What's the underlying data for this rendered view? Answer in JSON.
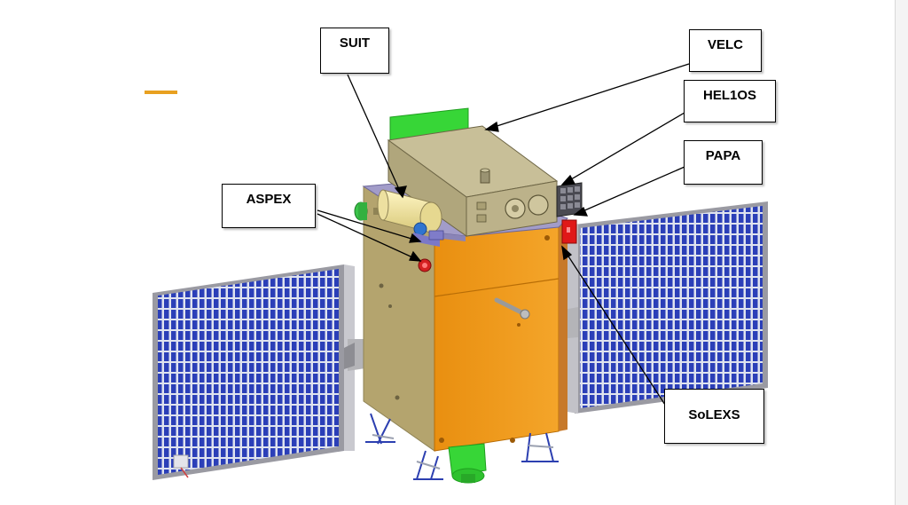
{
  "labels": {
    "suit": "SUIT",
    "velc": "VELC",
    "helios": "HEL1OS",
    "papa": "PAPA",
    "aspex": "ASPEX",
    "solexs": "SoLEXS"
  },
  "colors": {
    "solar_panel_cell": "#2b3fb8",
    "solar_panel_frame": "#9a9aa2",
    "bus_orange": "#f09a1c",
    "bus_olive": "#b4a46e",
    "top_deck": "#b9b08a",
    "green_radiator": "#37d637",
    "instrument_yellow": "#f3e7a3",
    "papa_red": "#e01818",
    "accent_bar": "#e8a020"
  }
}
